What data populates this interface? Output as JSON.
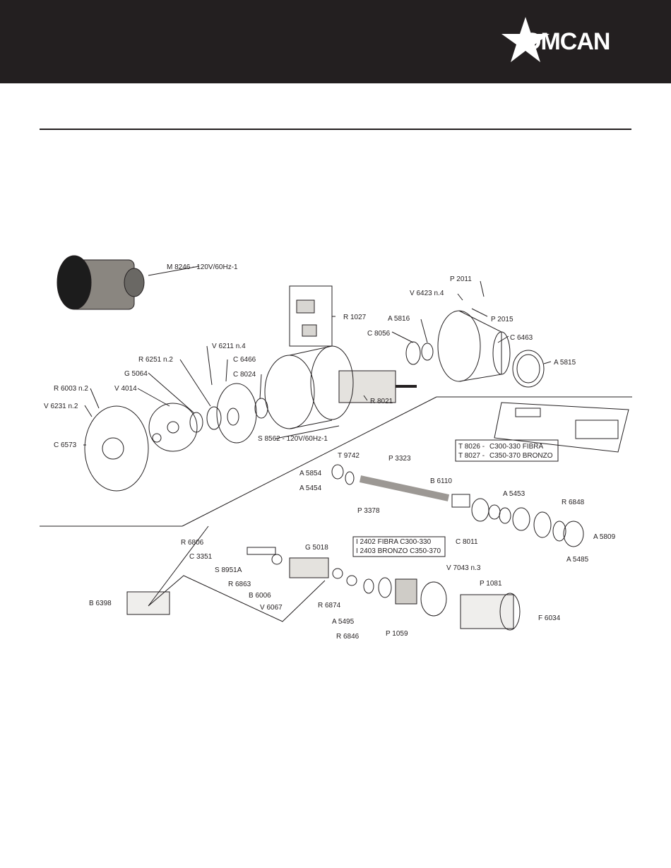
{
  "brand": {
    "logo_text": "OMCAN",
    "header_color": "#231f20"
  },
  "labels": {
    "m8246": "M 8246  - 120V/60Hz-1",
    "p2011": "P 2011",
    "v6423": "V 6423  n.4",
    "r1027": "R 1027",
    "a5816": "A 5816",
    "p2015": "P 2015",
    "c8056": "C 8056",
    "c6463": "C 6463",
    "v6211": "V 6211  n.4",
    "r6251": "R 6251  n.2",
    "c6466": "C 6466",
    "c8024": "C 8024",
    "a5815": "A 5815",
    "g5064": "G 5064",
    "r6003": "R 6003  n.2",
    "v4014": "V 4014",
    "v6231": "V 6231  n.2",
    "r8021": "R 8021",
    "c6573": "C 6573",
    "s8562": "S 8562  - 120V/60Hz-1",
    "t8026_code": "T 8026 -",
    "t8026_desc": "C300-330 FIBRA",
    "t8027_code": "T 8027 -",
    "t8027_desc": "C350-370 BRONZO",
    "t9742": "T 9742",
    "p3323": "P 3323",
    "a5854": "A 5854",
    "a5454": "A 5454",
    "b6110": "B 6110",
    "a5453": "A 5453",
    "r6848": "R 6848",
    "p3378": "P 3378",
    "c8011": "C 8011",
    "a5809": "A 5809",
    "a5485": "A 5485",
    "r6806": "R 6806",
    "c3351": "C 3351",
    "s8951a": "S 8951A",
    "r6863": "R 6863",
    "b6006": "B 6006",
    "v6067": "V 6067",
    "g5018": "G 5018",
    "i2402": "I 2402  FIBRA C300-330",
    "i2403": "I 2403  BRONZO C350-370",
    "v7043": "V 7043  n.3",
    "p1081": "P 1081",
    "r6874": "R 6874",
    "a5495": "A 5495",
    "r6846": "R 6846",
    "p1059": "P 1059",
    "f6034": "F 6034",
    "b6398": "B 6398"
  }
}
